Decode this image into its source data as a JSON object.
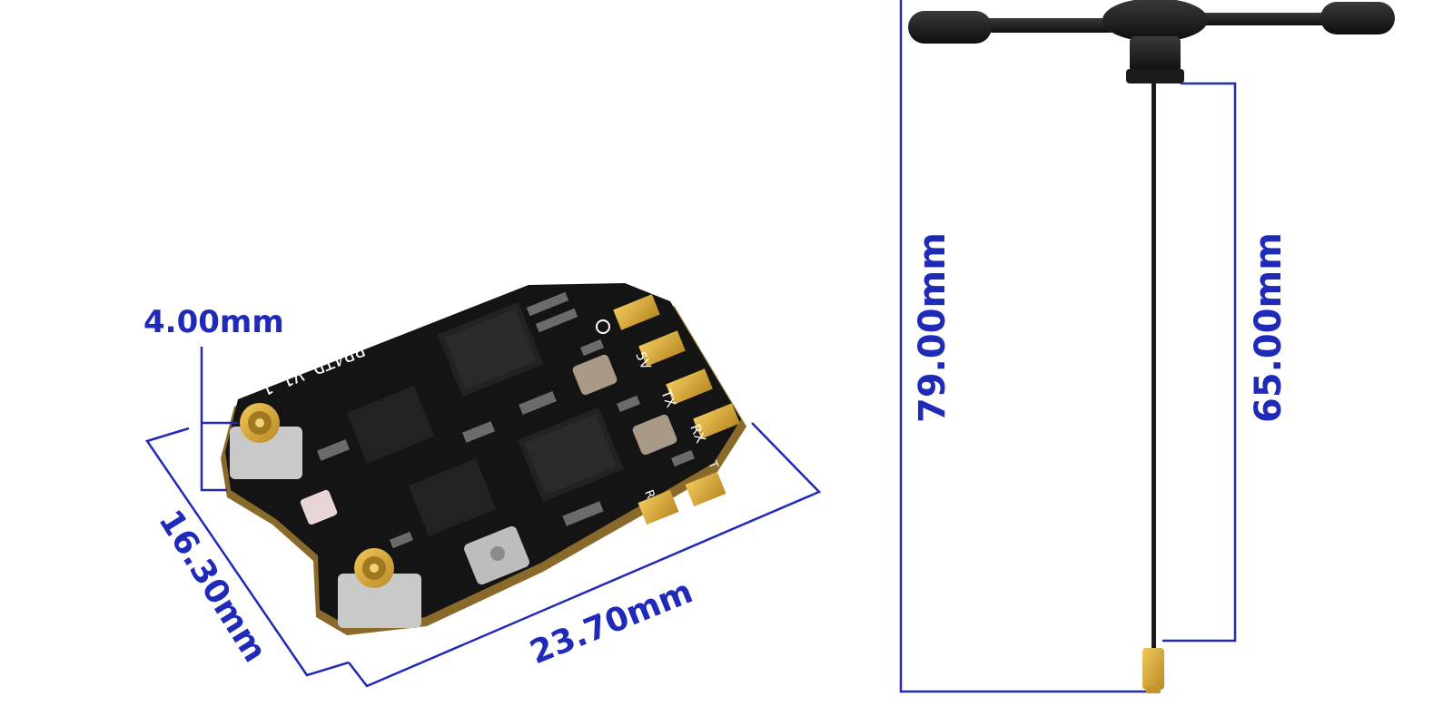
{
  "dimensions": {
    "antenna_offset": "4.00mm",
    "board_width": "16.30mm",
    "board_length": "23.70mm",
    "antenna_total": "79.00mm",
    "antenna_cable": "65.00mm"
  },
  "board": {
    "silkscreen": "RP4TD_V1.1",
    "pad_labels": [
      "5V",
      "TX",
      "RX",
      "R",
      "T"
    ]
  },
  "colors": {
    "dimension_line": "#1f2bb8",
    "pcb": "#121212",
    "gold": "#d8a632",
    "background": "#ffffff"
  }
}
